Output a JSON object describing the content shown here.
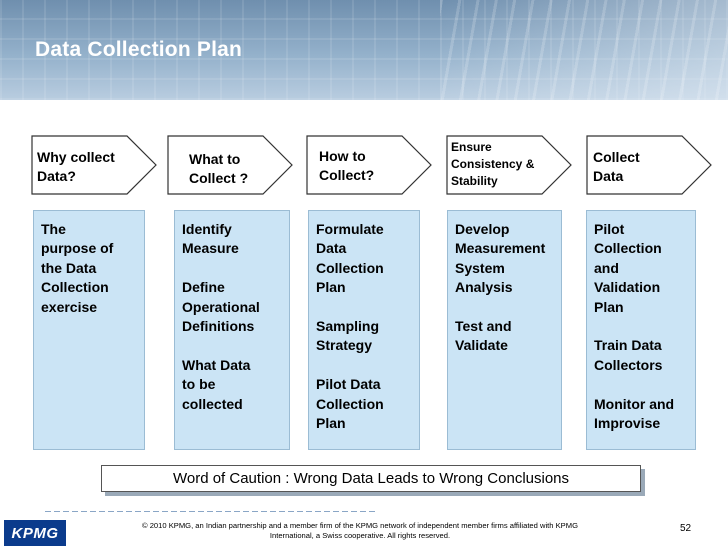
{
  "title": "Data Collection Plan",
  "steps": [
    {
      "label": "Why collect\nData?"
    },
    {
      "label": "What to\nCollect ?"
    },
    {
      "label": "How to\nCollect?"
    },
    {
      "label": "Ensure\nConsistency &\nStability"
    },
    {
      "label": "Collect\nData"
    }
  ],
  "panels": [
    {
      "text": "The\npurpose of\nthe  Data\nCollection\nexercise"
    },
    {
      "text": "Identify\nMeasure\n\nDefine\nOperational\nDefinitions\n\nWhat Data\nto be\ncollected"
    },
    {
      "text": "Formulate\nData\nCollection\nPlan\n\nSampling\nStrategy\n\nPilot Data\nCollection\nPlan"
    },
    {
      "text": "Develop\nMeasurement\nSystem\nAnalysis\n\nTest and\nValidate"
    },
    {
      "text": "Pilot\nCollection\nand\nValidation\nPlan\n\nTrain Data\nCollectors\n\nMonitor and\nImprovise"
    }
  ],
  "caution": "Word of Caution : Wrong Data Leads to Wrong Conclusions",
  "footer": {
    "logo": "KPMG",
    "copyright_line1": "© 2010 KPMG, an Indian partnership and a member firm of the KPMG network of independent member firms affiliated with KPMG",
    "copyright_line2": "International, a Swiss cooperative. All rights reserved.",
    "page_number": "52"
  }
}
